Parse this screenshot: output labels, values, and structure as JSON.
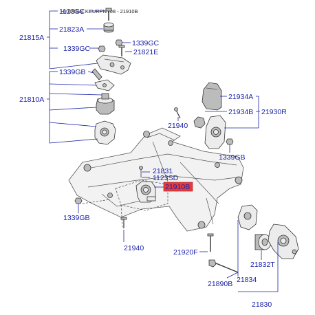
{
  "header": {
    "text": "HYUNDAI KEURPNT08 - 21910B"
  },
  "labels": {
    "l1123sc": "1123SC",
    "l21823a": "21823A",
    "l21815a": "21815A",
    "l1339gc_a": "1339GC",
    "l1339gc_b": "1339GC",
    "l21821e": "21821E",
    "l1339gb_top": "1339GB",
    "l21810a": "21810A",
    "l21934a": "21934A",
    "l21934b": "21934B",
    "l21930r": "21930R",
    "l21940_right": "21940",
    "l1339gb_right": "1339GB",
    "l21831": "21831",
    "l1123sd": "1123SD",
    "l21910b": "21910B",
    "l1339gb_left": "1339GB",
    "l21940_bottom": "21940",
    "l21920f": "21920F",
    "l21832t": "21832T",
    "l21834": "21834",
    "l21890b": "21890B",
    "l21830": "21830"
  },
  "colors": {
    "label": "#1a22a8",
    "highlight": "#e83a3a",
    "line_art": "#333333"
  }
}
